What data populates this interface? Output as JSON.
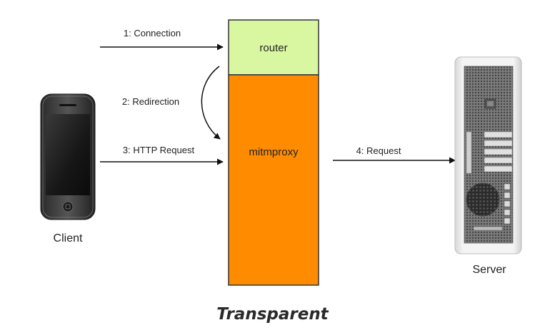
{
  "diagram": {
    "caption": "Transparent",
    "nodes": {
      "router": "router",
      "mitmproxy": "mitmproxy",
      "client": "Client",
      "server": "Server"
    },
    "edges": {
      "connection": "1: Connection",
      "redirection": "2: Redirection",
      "http_request": "3: HTTP Request",
      "request": "4: Request"
    },
    "colors": {
      "router_fill": "#d9f7a1",
      "mitmproxy_fill": "#ff8c00",
      "box_stroke": "#333333",
      "arrow": "#111111"
    },
    "icons": {
      "client": "smartphone-icon",
      "server": "server-tower-icon"
    }
  }
}
